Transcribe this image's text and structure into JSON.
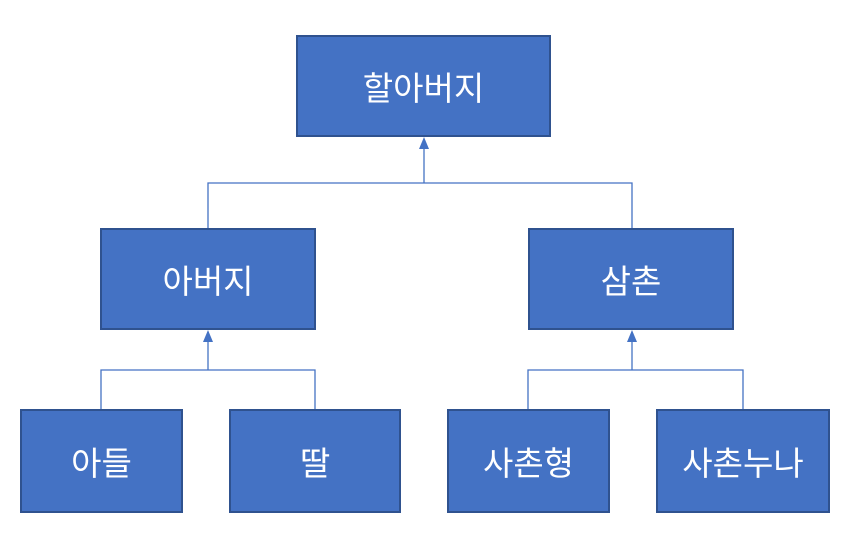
{
  "colors": {
    "node_fill": "#4472c4",
    "node_border": "#2f528f",
    "connector": "#4472c4",
    "text": "#ffffff"
  },
  "nodes": {
    "grandfather": "할아버지",
    "father": "아버지",
    "uncle": "삼촌",
    "son": "아들",
    "daughter": "딸",
    "cousin_brother": "사촌형",
    "cousin_sister": "사촌누나"
  }
}
